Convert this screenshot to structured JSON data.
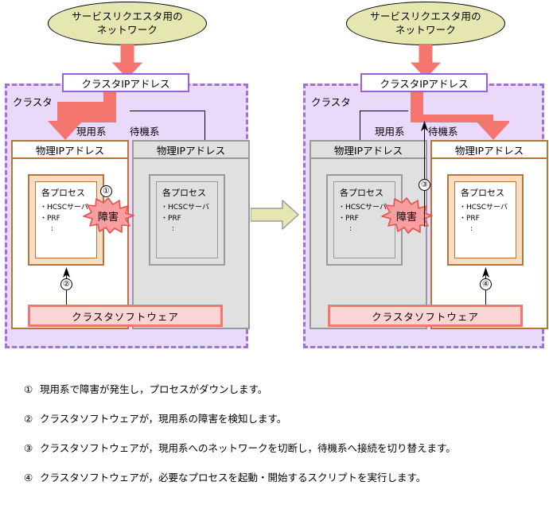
{
  "diagram": {
    "network_label_line1": "サービスリクエスタ用の",
    "network_label_line2": "ネットワーク",
    "cluster_ip_label": "クラスタIPアドレス",
    "cluster_region_label": "クラスタ",
    "physical_ip_label": "物理IPアドレス",
    "active_system_label": "現用系",
    "standby_system_label": "待機系",
    "process_title": "各プロセス",
    "process_item1": "・HCSCサーバ",
    "process_item2": "・PRF",
    "process_item3": ":",
    "cluster_software_label": "クラスタソフトウェア",
    "failure_label": "障害",
    "marker1": "①",
    "marker2": "②",
    "marker3": "③",
    "marker4": "④"
  },
  "colors": {
    "network_fill": "#e6e6b0",
    "cluster_fill": "#e9d9fb",
    "cluster_border": "#a36ee0",
    "cluster_ip_border": "#9a5fe0",
    "active_border": "#b5763a",
    "active_fill": "#f7ddc3",
    "standby_border": "#9a9a9a",
    "standby_fill": "#e0e0e0",
    "arrow_red": "#f4766e",
    "software_fill": "#fbd5d5",
    "center_arrow_fill": "#e6e6b0",
    "burst_fill": "#f79f9f",
    "burst_border": "#e8504c"
  },
  "legend": {
    "items": [
      {
        "num": "①",
        "text": "現用系で障害が発生し，プロセスがダウンします。"
      },
      {
        "num": "②",
        "text": "クラスタソフトウェアが，現用系の障害を検知します。"
      },
      {
        "num": "③",
        "text": "クラスタソフトウェアが，現用系へのネットワークを切断し，待機系へ接続を切り替えます。"
      },
      {
        "num": "④",
        "text": "クラスタソフトウェアが，必要なプロセスを起動・開始するスクリプトを実行します。"
      }
    ]
  }
}
